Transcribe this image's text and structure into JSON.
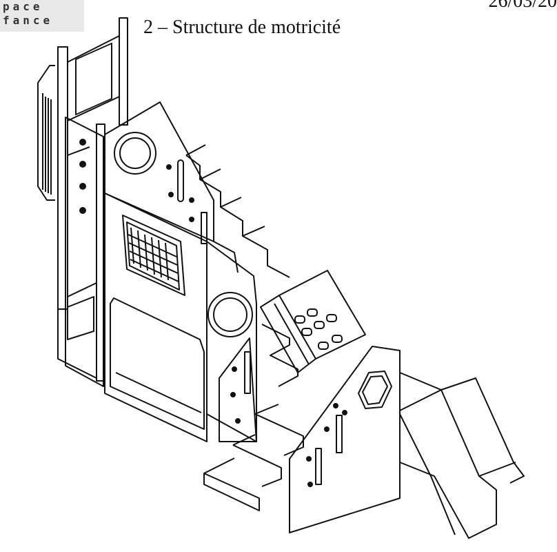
{
  "logo": {
    "line1": "pace",
    "line2": "fance"
  },
  "header": {
    "date_fragment": "26/03/20"
  },
  "document": {
    "title": "2 – Structure de motricité"
  },
  "figure": {
    "subject": "isometric line drawing of children's play structure with towers, stairs and slide"
  }
}
